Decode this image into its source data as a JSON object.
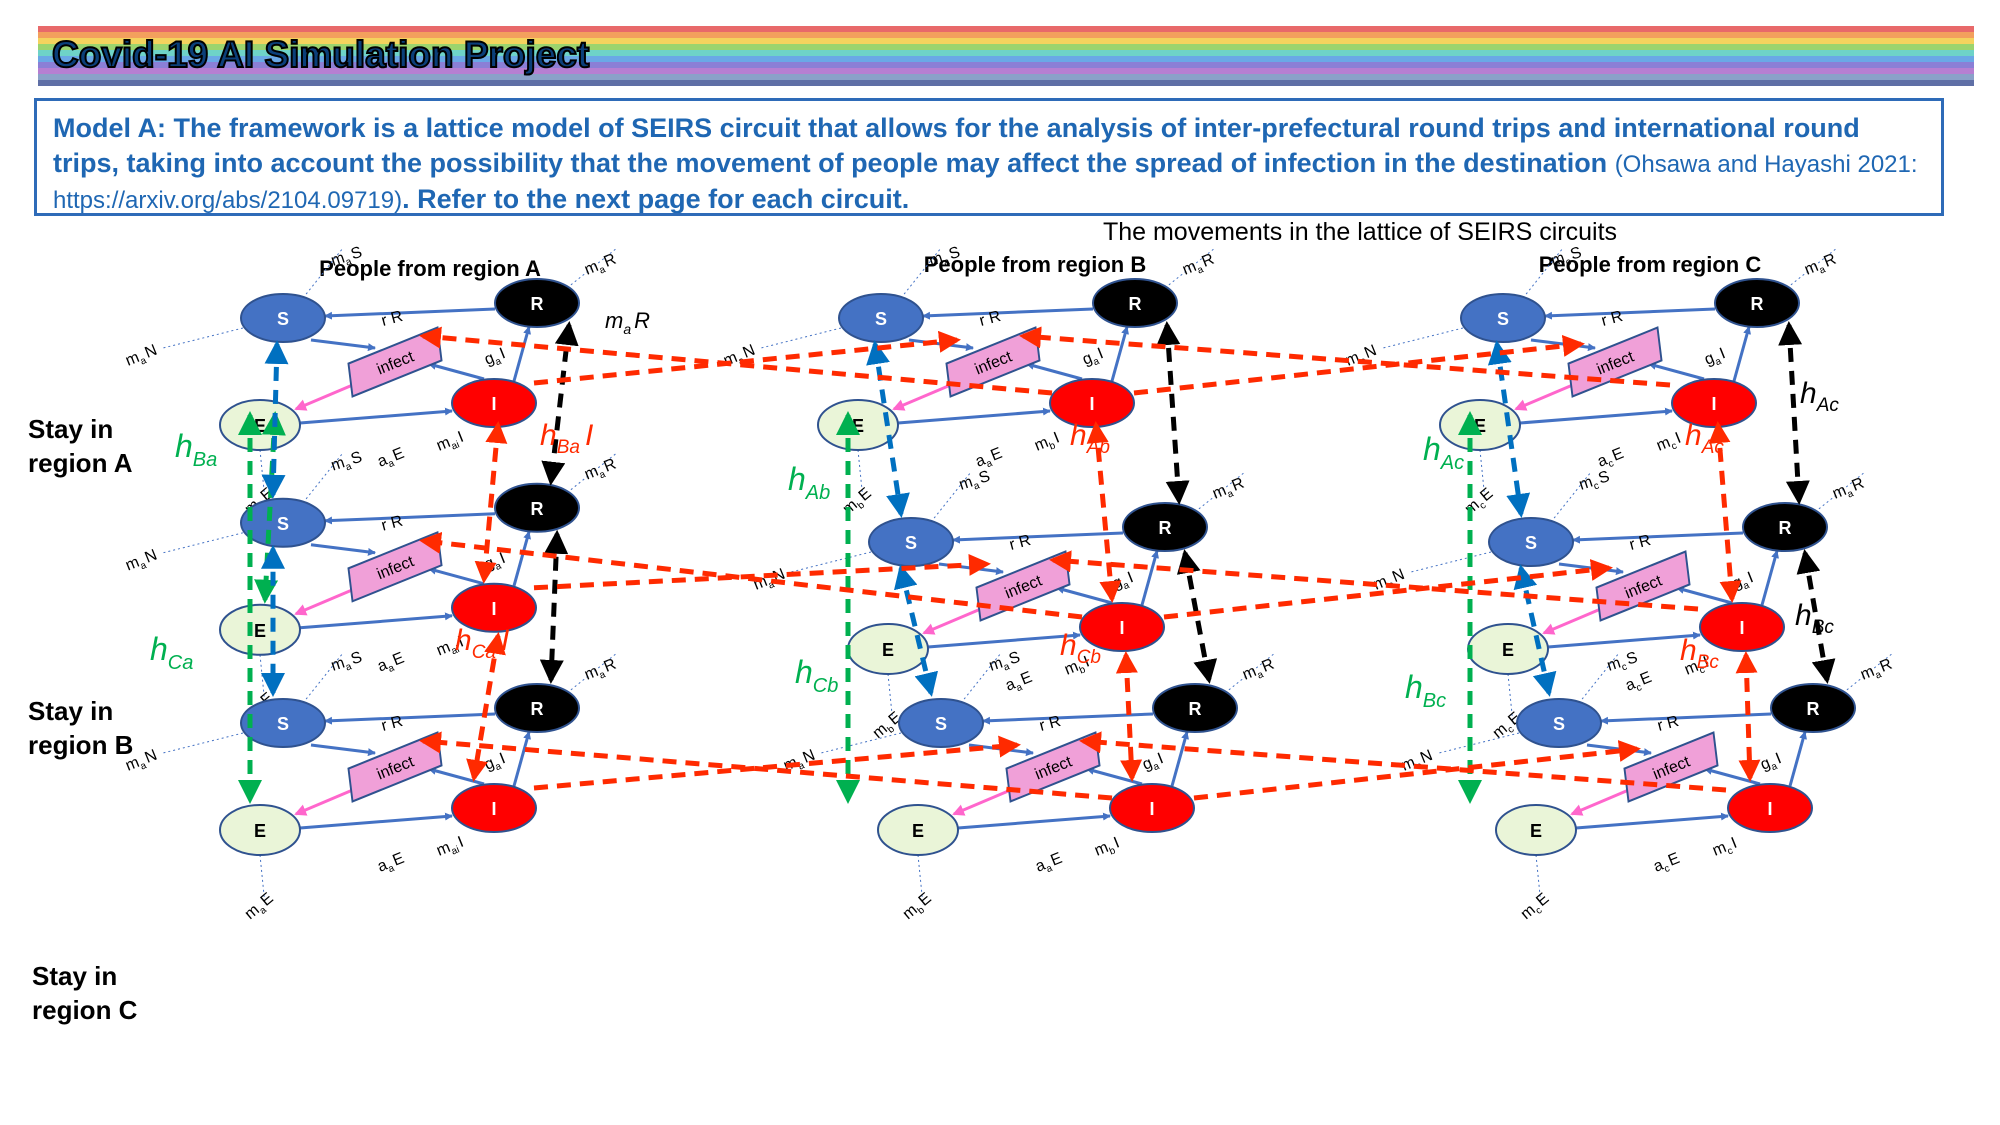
{
  "header": {
    "title": "Covid-19 AI Simulation Project",
    "stripe_colors": [
      "#e8696a",
      "#f3a05d",
      "#f4d35e",
      "#9bd46e",
      "#6ed3c8",
      "#6aa8e6",
      "#8b7fd6",
      "#b67fd2",
      "#8aa1c9",
      "#5f6fa6"
    ]
  },
  "description": {
    "main": "Model A: The framework is a lattice model of SEIRS circuit that allows for the analysis of inter-prefectural round trips and international round trips, taking into account the possibility that the movement of people may affect the spread of infection in the destination ",
    "citation": "(Ohsawa and Hayashi 2021: https://arxiv.org/abs/2104.09719)",
    "tail": ". Refer to the next page for each circuit."
  },
  "diagram": {
    "title": "The movements in the lattice of SEIRS circuits",
    "columns": [
      {
        "label": "People from region A"
      },
      {
        "label": "People from region B"
      },
      {
        "label": "People from region C"
      }
    ],
    "rows": [
      {
        "line1": "Stay in",
        "line2": "region A"
      },
      {
        "line1": "Stay in",
        "line2": "region B"
      },
      {
        "line1": "Stay in",
        "line2": "region C"
      }
    ],
    "node_labels": {
      "S": "S",
      "E": "E",
      "I": "I",
      "R": "R",
      "infect": "infect"
    },
    "colors": {
      "S": "#4472c4",
      "E": "#eaf5d8",
      "I": "#ff0000",
      "R": "#000000",
      "infect": "#f0a0d8",
      "green": "#00b050",
      "blue": "#0070c0",
      "red": "#ff2a00",
      "black": "#000000",
      "pink": "#ff66cc"
    },
    "flow_labels": {
      "rR": "r R",
      "gI": [
        "g",
        "a",
        "I"
      ],
      "cols": [
        {
          "mS": [
            "m",
            "a",
            "S"
          ],
          "mN": [
            "m",
            "a",
            "N"
          ],
          "mR": [
            "m",
            "a",
            "R"
          ],
          "mE": [
            "m",
            "a",
            "E"
          ],
          "aE": [
            "a",
            "a",
            "E"
          ],
          "mI": [
            "m",
            "ai",
            "I"
          ]
        },
        {
          "mS": [
            "m",
            "a",
            "S"
          ],
          "mN": [
            "m",
            "a",
            "N"
          ],
          "mR": [
            "m",
            "a",
            "R"
          ],
          "mE": [
            "m",
            "b",
            "E"
          ],
          "aE": [
            "a",
            "a",
            "E"
          ],
          "mI": [
            "m",
            "b",
            "I"
          ]
        },
        {
          "mS": [
            "m",
            "c",
            "S"
          ],
          "mN": [
            "m",
            "c",
            "N"
          ],
          "mR": [
            "m",
            "a",
            "R"
          ],
          "mE": [
            "m",
            "c",
            "E"
          ],
          "aE": [
            "a",
            "c",
            "E"
          ],
          "mI": [
            "m",
            "c",
            "I"
          ]
        }
      ]
    },
    "h_labels": {
      "green": [
        [
          "h",
          "Ba"
        ],
        [
          "h",
          "Ca"
        ],
        [
          "h",
          "Ab"
        ],
        [
          "h",
          "Cb"
        ],
        [
          "h",
          "Ac"
        ],
        [
          "h",
          "Bc"
        ]
      ],
      "red": [
        [
          "h",
          "Ba",
          "I"
        ],
        [
          "h",
          "Ca",
          "I"
        ],
        [
          "h",
          "Ab"
        ],
        [
          "h",
          "Cb"
        ],
        [
          "h",
          "Ac"
        ],
        [
          "h",
          "Bc"
        ]
      ],
      "black": [
        [
          "h",
          "Ac"
        ],
        [
          "h",
          "Bc"
        ]
      ],
      "maR": [
        "m",
        "a",
        "R"
      ]
    }
  }
}
